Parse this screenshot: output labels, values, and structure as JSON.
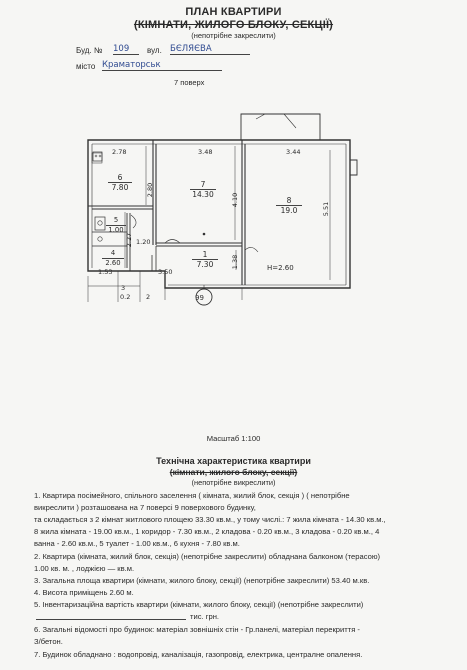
{
  "header": {
    "title": "ПЛАН КВАРТИРИ",
    "subtitle": "(КІМНАТИ, ЖИЛОГО БЛОКУ, СЕКЦІЇ)",
    "note": "(непотрібне закреслити)",
    "bud_label": "Буд. №",
    "bud_value": "109",
    "street_label": "вул.",
    "street_value": "БЄЛЯЄВА",
    "city_label": "місто",
    "city_value": "Краматорськ",
    "floor": "7 поверх"
  },
  "plan": {
    "dims_top": [
      "2.78",
      "3.48",
      "3.44"
    ],
    "dims_side": [
      "2.80",
      "4.10",
      "5.51",
      "2.27",
      "1.38"
    ],
    "dims_bottom": [
      "1.53",
      "3.50",
      "0.2",
      "2"
    ],
    "dims_misc": [
      "1.20",
      "3"
    ],
    "rooms": [
      {
        "num": "6",
        "area": "7.80"
      },
      {
        "num": "7",
        "area": "14.30"
      },
      {
        "num": "8",
        "area": "19.0"
      },
      {
        "num": "1",
        "area": "7.30"
      },
      {
        "num": "5",
        "area": "1.00"
      },
      {
        "num": "4",
        "area": "2.60"
      }
    ],
    "height_label": "H=2.60",
    "entrance": "99",
    "scale": "Масштаб 1:100"
  },
  "section": {
    "title": "Технічна характеристика квартири",
    "subtitle": "(кімнати, жилого блоку, секції)",
    "note": "(непотрібне викреслити)"
  },
  "items": [
    "1.    Квартира  посімейного, спільного заселення ( кімната, жилий блок, секція ) ( непотрібне",
    "викреслити ) розташована на 7 поверсі 9 поверхового будинку,",
    "та складається з   2   кімнат житлового площею  33.30 кв.м., у тому числі.: 7 жила кімната - 14.30 кв.м.,",
    "8 жила кімната - 19.00 кв.м., 1 коридор - 7.30 кв.м., 2 кладова - 0.20 кв.м., 3 кладова - 0.20 кв.м., 4",
    "ванна - 2.60 кв.м., 5 туалет - 1.00 кв.м., 6 кухня - 7.80 кв.м.",
    "2.    Квартира (кімната, жилий блок, секція) (непотрібне закреслити) обладнана балконом (терасою)",
    "1.00  кв. м. , лоджією   —   кв.м.",
    "3.    Загальна площа квартири (кімнати, жилого блоку, секції) (непотрібне закреслити) 53.40 м.кв.",
    "4.    Висота приміщень 2.60 м.",
    "5.    Інвентаризаційна вартість  квартири  (кімнати, жилого блоку, секції) (непотрібне закреслити)",
    "тис. грн.",
    "6.    Загальні відомості про будинок:  матеріал зовнішніх стін -  Гр.панелі, матеріал перекриття -",
    "З/бетон.",
    "7.    Будинок обладнано :  водопровід, каналізація, газопровід, електрика, централне опалення."
  ]
}
